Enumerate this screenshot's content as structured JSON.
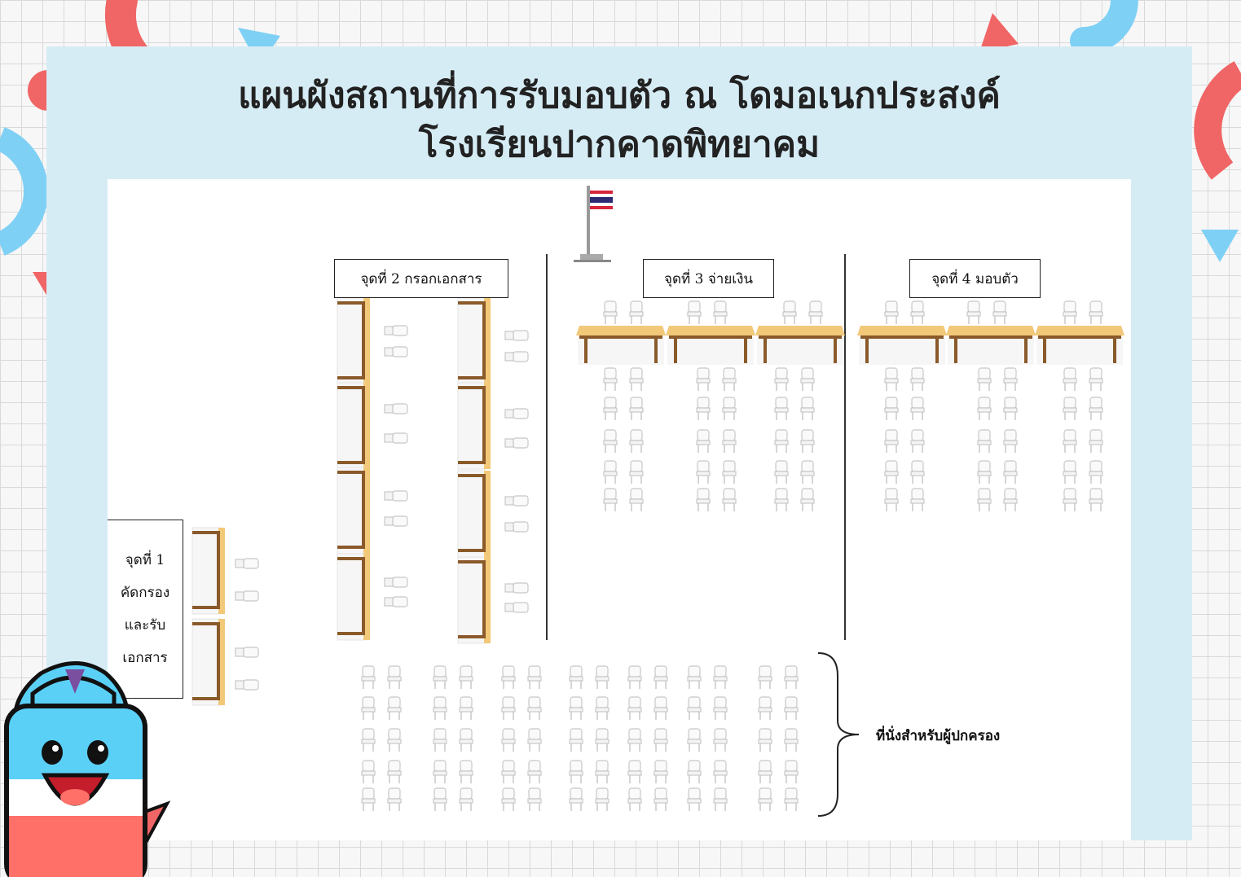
{
  "title": {
    "line1": "แผนผังสถานที่การรับมอบตัว ณ โดมอเนกประสงค์",
    "line2": "โรงเรียนปากคาดพิทยาคม"
  },
  "stations": {
    "s1": {
      "lines": [
        "จุดที่ 1",
        "คัดกรอง",
        "และรับ",
        "เอกสาร"
      ]
    },
    "s2": {
      "label": "จุดที่ 2 กรอกเอกสาร"
    },
    "s3": {
      "label": "จุดที่ 3 จ่ายเงิน"
    },
    "s4": {
      "label": "จุดที่ 4 มอบตัว"
    }
  },
  "parent_seating": {
    "label": "ที่นั่งสำหรับผู้ปกครอง"
  },
  "icons": {
    "flag": "thai-flag-pole-icon",
    "mascot": "mascot-character-icon",
    "chair": "chair-icon",
    "table": "table-icon"
  },
  "colors": {
    "frame": "#d6ecf5",
    "accent_red": "#f06565",
    "accent_blue": "#7fd0f5",
    "table_wood": "#f2c879",
    "table_leg": "#8a5a2b"
  }
}
